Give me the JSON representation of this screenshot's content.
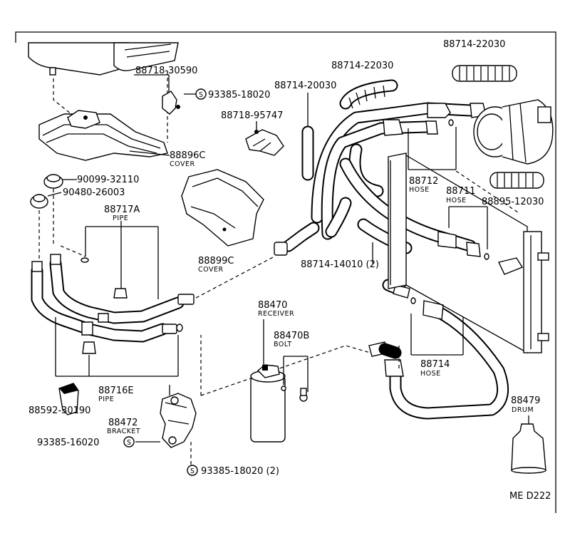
{
  "diagram_code": "ME D222",
  "labels": {
    "p88718_30590": "88718-30590",
    "p93385_18020_a": "93385-18020",
    "p88714_20030": "88714-20030",
    "p88714_22030_a": "88714-22030",
    "p88714_22030_b": "88714-22030",
    "p88718_95747": "88718-95747",
    "p88896C": "88896C",
    "n_cover_a": "COVER",
    "p90099_32110": "90099-32110",
    "p90480_26003": "90480-26003",
    "p88717A": "88717A",
    "n_pipe_a": "PIPE",
    "p88899C": "88899C",
    "n_cover_b": "COVER",
    "p88712": "88712",
    "n_hose_a": "HOSE",
    "p88711": "88711",
    "n_hose_b": "HOSE",
    "p88895_12030": "88895-12030",
    "p88714_14010": "88714-14010 (2)",
    "p88470": "88470",
    "n_receiver": "RECEIVER",
    "p88470B": "88470B",
    "n_bolt": "BOLT",
    "p88714": "88714",
    "n_hose_c": "HOSE",
    "p88716E": "88716E",
    "n_pipe_b": "PIPE",
    "p88592_30190": "88592-30190",
    "p88472": "88472",
    "n_bracket": "BRACKET",
    "p93385_16020": "93385-16020",
    "p93385_18020_b": "93385-18020 (2)",
    "p88479": "88479",
    "n_drum": "DRUM",
    "s_symbol": "S"
  }
}
